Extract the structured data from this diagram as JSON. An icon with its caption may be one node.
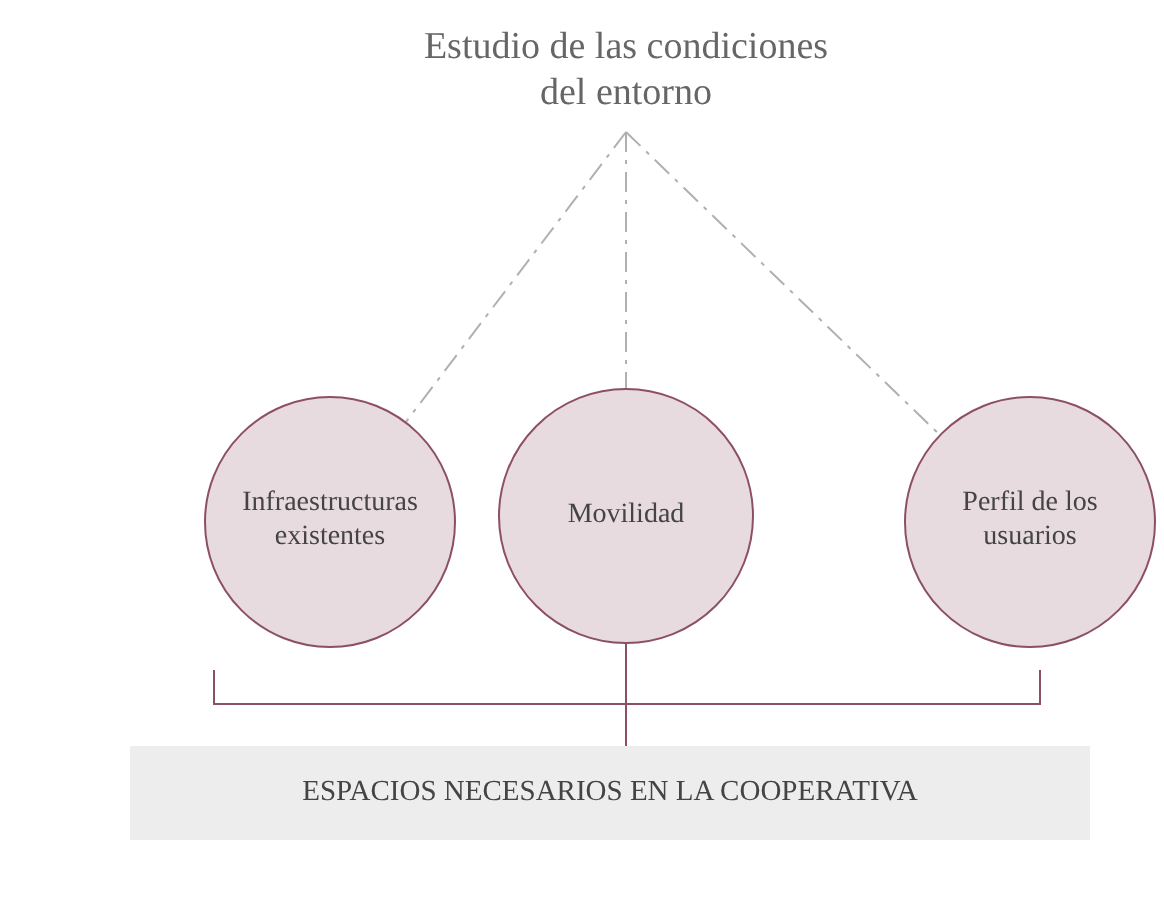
{
  "diagram": {
    "nodes": [
      {
        "text": [
          "Estudio de las condiciones del entorno"
        ]
      },
      {
        "text": [
          "Infraestructuras existentes"
        ]
      },
      {
        "text": [
          "Movilidad"
        ]
      },
      {
        "text": [
          "Perfil de los usuarios"
        ]
      },
      {
        "text": [
          "ESPACIOS NECESARIOS EN LA COOPERATIVA"
        ]
      }
    ],
    "edges": [
      {
        "from": 0,
        "to": 1,
        "arrow": "none",
        "style": "dashed",
        "color": "#b0b0b0"
      },
      {
        "from": 0,
        "to": 2,
        "arrow": "none",
        "style": "dashed",
        "color": "#b0b0b0"
      },
      {
        "from": 0,
        "to": 3,
        "arrow": "none",
        "style": "dashed",
        "color": "#b0b0b0"
      },
      {
        "from": 1,
        "to": 4,
        "arrow": "none",
        "color": "#8d4f63"
      },
      {
        "from": 2,
        "to": 4,
        "arrow": "none",
        "color": "#8d4f63"
      },
      {
        "from": 3,
        "to": 4,
        "arrow": "none",
        "color": "#8d4f63"
      }
    ]
  }
}
